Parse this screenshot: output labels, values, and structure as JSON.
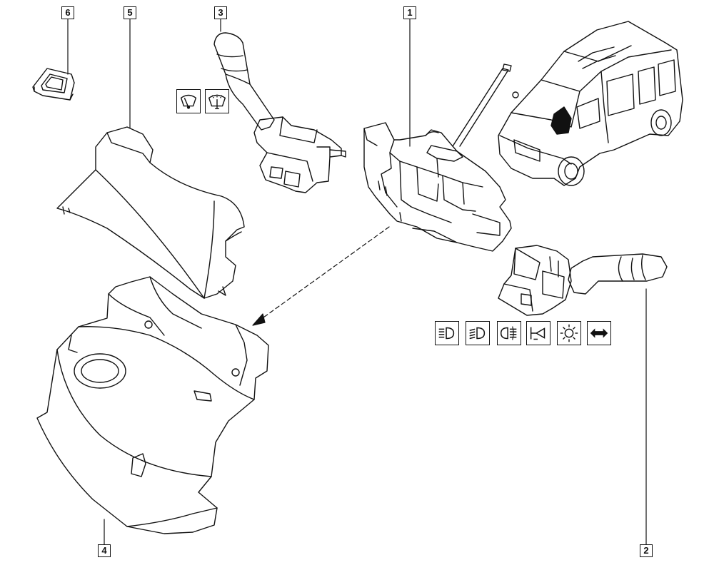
{
  "callouts": {
    "c1": "1",
    "c2": "2",
    "c3": "3",
    "c4": "4",
    "c5": "5",
    "c6": "6"
  },
  "icons": {
    "wiper_group": [
      "front-wiper-icon",
      "washer-wiper-icon"
    ],
    "light_group": [
      "main-beam-icon",
      "dipped-beam-icon",
      "rear-fog-light-icon",
      "horn-icon",
      "sidelight-icon",
      "direction-indicator-icon"
    ]
  },
  "colors": {
    "line": "#111111",
    "background": "#ffffff"
  }
}
